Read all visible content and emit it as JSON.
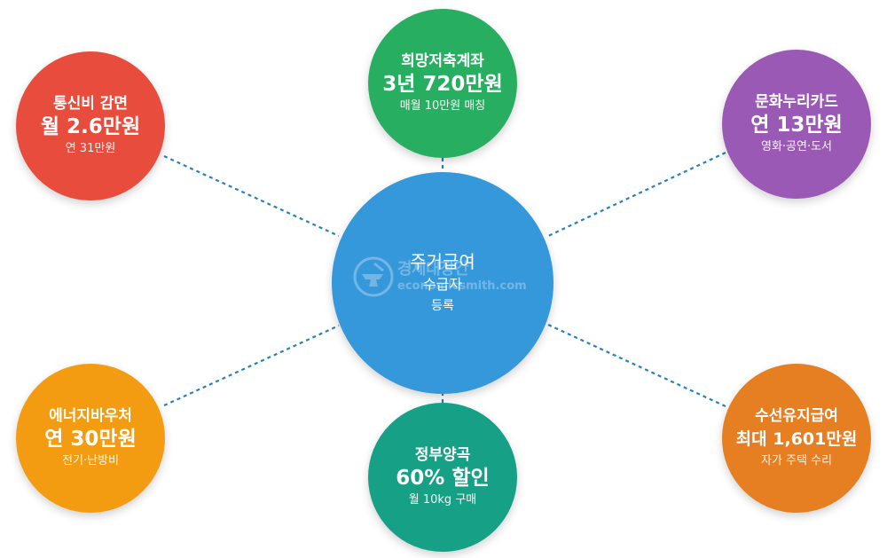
{
  "center": {
    "line1": "주거급여",
    "line2": "수급자",
    "line3": "등록",
    "color": "#3498db"
  },
  "benefits": [
    {
      "id": "telecom",
      "name": "통신비 감면",
      "amount": "월 2.6만원",
      "note": "연 31만원",
      "color": "#e74c3c"
    },
    {
      "id": "savings",
      "name": "희망저축계좌",
      "amount": "3년 720만원",
      "note": "매월 10만원 매칭",
      "color": "#27ae60"
    },
    {
      "id": "culture",
      "name": "문화누리카드",
      "amount": "연 13만원",
      "note": "영화·공연·도서",
      "color": "#9b59b6"
    },
    {
      "id": "energy",
      "name": "에너지바우처",
      "amount": "연 30만원",
      "note": "전기·난방비",
      "color": "#f39c12"
    },
    {
      "id": "grain",
      "name": "정부양곡",
      "amount": "60% 할인",
      "note": "월 10kg 구매",
      "color": "#16a085"
    },
    {
      "id": "repair",
      "name": "수선유지급여",
      "amount": "최대 1,601만원",
      "note": "자가 주택 수리",
      "color": "#e67e22"
    }
  ],
  "watermark": {
    "text_ko": "경제대장간",
    "text_en": "economicsmith.com"
  },
  "connector_color": "#2980b9"
}
